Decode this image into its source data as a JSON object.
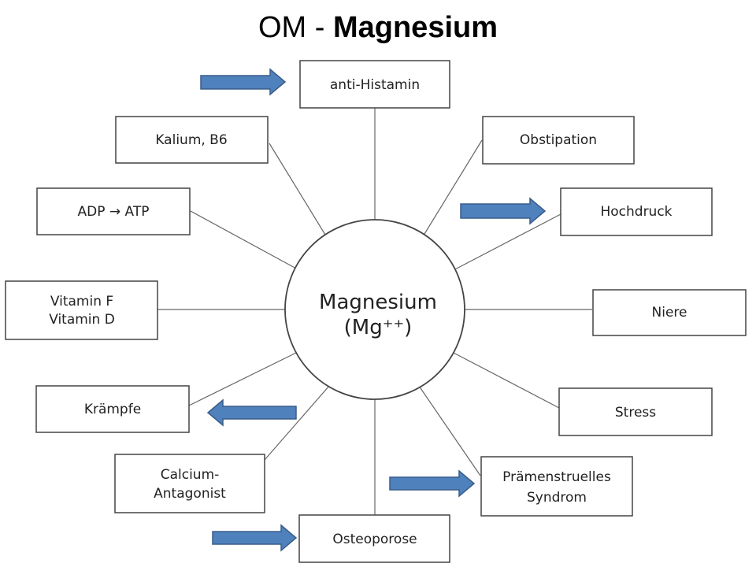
{
  "title": {
    "prefix": "OM - ",
    "bold": "Magnesium"
  },
  "center": {
    "line1": "Magnesium",
    "line2": "(Mg⁺⁺)"
  },
  "nodes": {
    "anti_histamin": "anti-Histamin",
    "kalium_b6": "Kalium, B6",
    "adp_atp": {
      "left": "ADP",
      "arrow": "→",
      "right": "ATP"
    },
    "vitamin": {
      "line1": "Vitamin F",
      "line2": "Vitamin D"
    },
    "kraempfe": "Krämpfe",
    "calcium": {
      "line1": "Calcium-",
      "line2": "Antagonist"
    },
    "osteoporose": "Osteoporose",
    "obstipation": "Obstipation",
    "hochdruck": "Hochdruck",
    "niere": "Niere",
    "stress": "Stress",
    "pms": {
      "line1": "Prämenstruelles",
      "line2": "Syndrom"
    }
  },
  "colors": {
    "arrow_fill": "#4f81bd",
    "arrow_stroke": "#385d8a",
    "line": "#555555",
    "box_stroke": "#444444"
  }
}
